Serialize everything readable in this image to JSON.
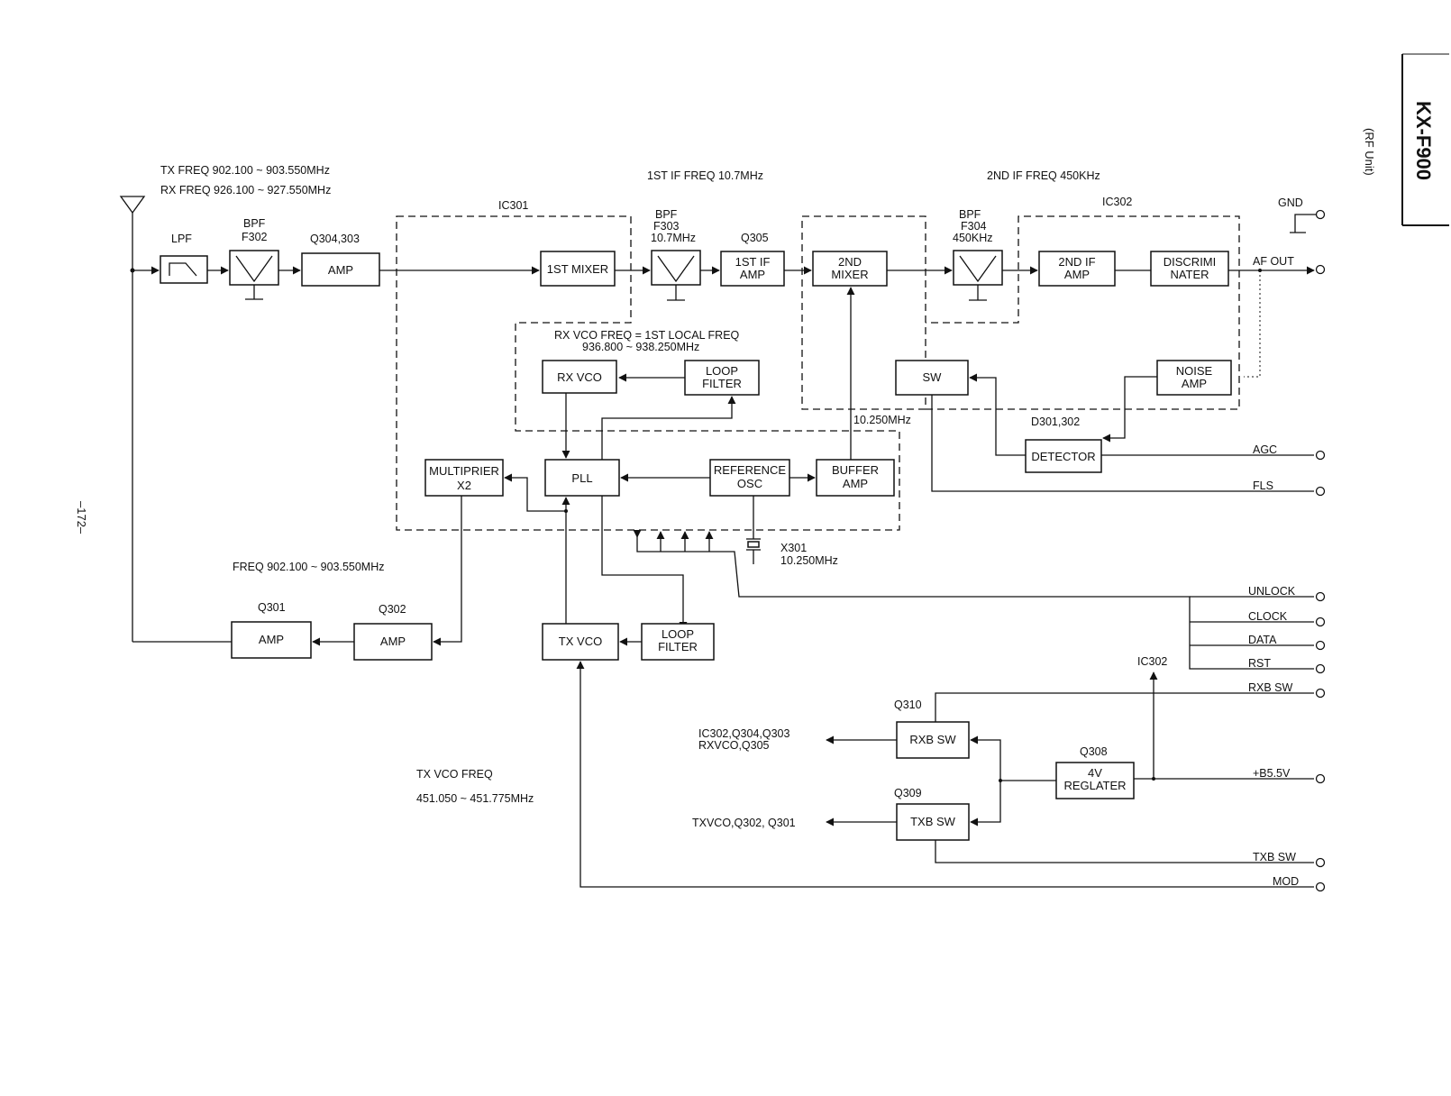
{
  "header": {
    "model": "KX-F900",
    "subtitle": "(RF Unit)",
    "page_number": "–172–"
  },
  "notes": {
    "tx_freq": "TX FREQ 902.100 ~ 903.550MHz",
    "rx_freq": "RX FREQ 926.100 ~ 927.550MHz",
    "if1_freq": "1ST IF FREQ 10.7MHz",
    "if2_freq": "2ND IF FREQ 450KHz",
    "rx_vco_freq_1": "RX VCO FREQ = 1ST LOCAL FREQ",
    "rx_vco_freq_2": "936.800 ~ 938.250MHz",
    "mult_freq": "FREQ  902.100 ~ 903.550MHz",
    "tx_vco_freq_1": "TX VCO FREQ",
    "tx_vco_freq_2": "451.050 ~ 451.775MHz",
    "ref_freq": "10.250MHz",
    "crystal_name": "X301",
    "crystal_freq": "10.250MHz"
  },
  "groups": {
    "ic301": "IC301",
    "ic302": "IC302",
    "ic302_ref": "IC302"
  },
  "blocks": {
    "lpf": "LPF",
    "bpf_f302_1": "BPF",
    "bpf_f302_2": "F302",
    "amp_q304_ref": "Q304,303",
    "amp_q304": "AMP",
    "mixer1": "1ST MIXER",
    "bpf_f303_1": "BPF",
    "bpf_f303_2": "F303",
    "bpf_f303_3": "10.7MHz",
    "q305_ref": "Q305",
    "if1_amp_1": "1ST IF",
    "if1_amp_2": "AMP",
    "mixer2_1": "2ND",
    "mixer2_2": "MIXER",
    "bpf_f304_1": "BPF",
    "bpf_f304_2": "F304",
    "bpf_f304_3": "450KHz",
    "if2_amp_1": "2ND IF",
    "if2_amp_2": "AMP",
    "disc_1": "DISCRIMI",
    "disc_2": "NATER",
    "rx_vco": "RX VCO",
    "loop_filter_rx_1": "LOOP",
    "loop_filter_rx_2": "FILTER",
    "sw": "SW",
    "noise_amp_1": "NOISE",
    "noise_amp_2": "AMP",
    "detector_ref": "D301,302",
    "detector": "DETECTOR",
    "multiplier_1": "MULTIPRIER",
    "multiplier_2": "X2",
    "pll": "PLL",
    "ref_osc_1": "REFERENCE",
    "ref_osc_2": "OSC",
    "buffer_amp_1": "BUFFER",
    "buffer_amp_2": "AMP",
    "q301_ref": "Q301",
    "q301": "AMP",
    "q302_ref": "Q302",
    "q302": "AMP",
    "tx_vco": "TX VCO",
    "loop_filter_tx_1": "LOOP",
    "loop_filter_tx_2": "FILTER",
    "q310_ref": "Q310",
    "rxb_sw": "RXB SW",
    "q309_ref": "Q309",
    "txb_sw": "TXB SW",
    "q308_ref": "Q308",
    "reg_1": "4V",
    "reg_2": "REGLATER",
    "rxb_targets_1": "IC302,Q304,Q303",
    "rxb_targets_2": "RXVCO,Q305",
    "txb_targets": "TXVCO,Q302, Q301"
  },
  "terminals": {
    "gnd": "GND",
    "af_out": "AF OUT",
    "agc": "AGC",
    "fls": "FLS",
    "unlock": "UNLOCK",
    "clock": "CLOCK",
    "data": "DATA",
    "rst": "RST",
    "rxb_sw": "RXB SW",
    "b55v": "+B5.5V",
    "txb_sw": "TXB SW",
    "mod": "MOD"
  }
}
